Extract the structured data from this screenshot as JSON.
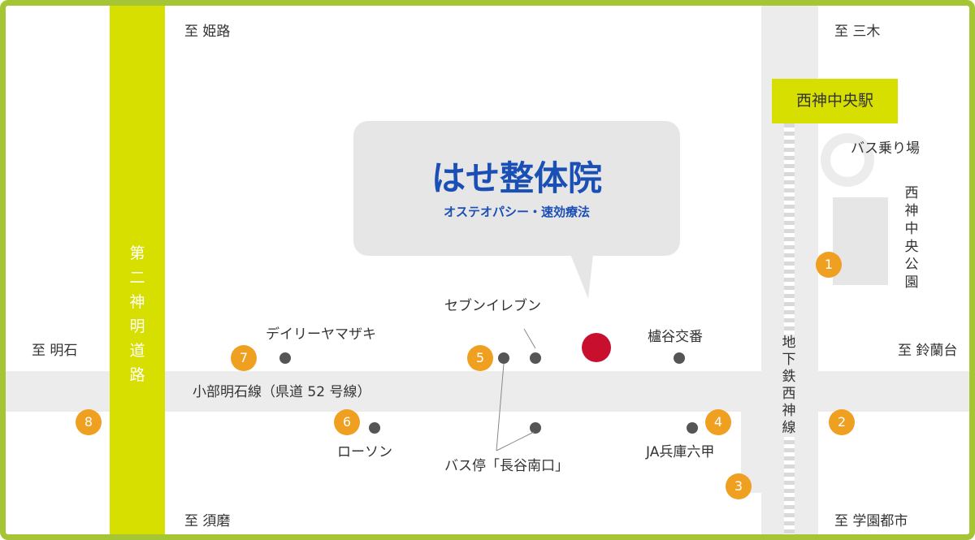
{
  "directions": {
    "himeji": "至 姫路",
    "miki": "至 三木",
    "akashi": "至 明石",
    "suzurandai": "至 鈴蘭台",
    "suma": "至 須磨",
    "gakuentoshi": "至 学園都市"
  },
  "roads": {
    "daini_shinmei": "第二神明道路",
    "main_road": "小部明石線（県道 52 号線）",
    "subway": "地下鉄西神線"
  },
  "station": {
    "name": "西神中央駅"
  },
  "bus_terminal": "バス乗り場",
  "park": "西神中央公園",
  "clinic": {
    "name": "はせ整体院",
    "subtitle": "オステオパシー・速効療法"
  },
  "landmarks": {
    "seven_eleven": "セブンイレブン",
    "daily_yamazaki": "デイリーヤマザキ",
    "koban": "櫨谷交番",
    "lawson": "ローソン",
    "bus_stop": "バス停「長谷南口」",
    "ja": "JA兵庫六甲"
  },
  "markers": [
    "1",
    "2",
    "3",
    "4",
    "5",
    "6",
    "7",
    "8"
  ],
  "colors": {
    "border": "#a6c534",
    "highway": "#d7df00",
    "road": "#ececec",
    "marker": "#f0a020",
    "clinic_dot": "#c8102e",
    "clinic_text": "#1a4fb5",
    "callout": "#e6e6e6"
  }
}
